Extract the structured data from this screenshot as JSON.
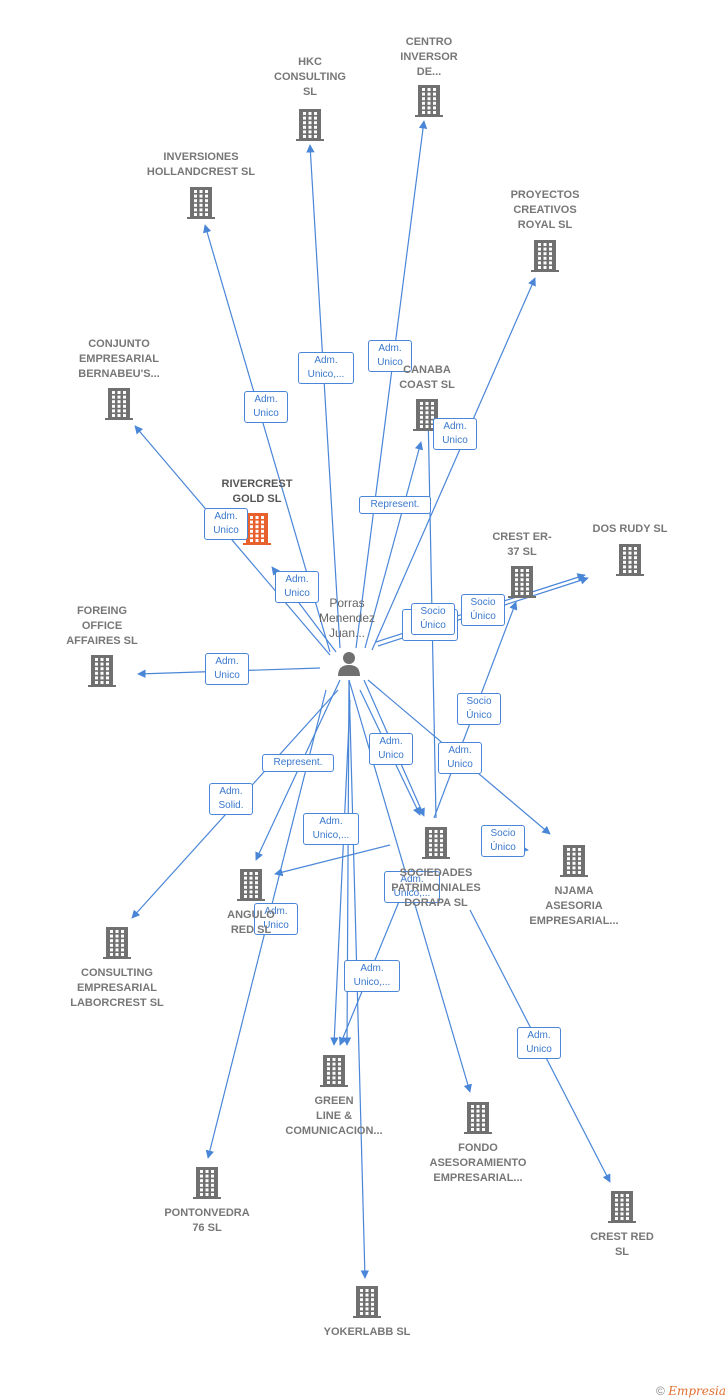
{
  "colors": {
    "edge": "#4a86d8",
    "building": "#707070",
    "building_main": "#e8602c",
    "person": "#707070"
  },
  "center": {
    "name": "Porras\nMenendez\nJuan..."
  },
  "nodes": [
    {
      "id": "hkc",
      "label": "HKC\nCONSULTING\nSL"
    },
    {
      "id": "centro",
      "label": "CENTRO\nINVERSOR\nDE..."
    },
    {
      "id": "hollandcrest",
      "label": "INVERSIONES\nHOLLANDCREST SL"
    },
    {
      "id": "proyectos",
      "label": "PROYECTOS\nCREATIVOS\nROYAL  SL"
    },
    {
      "id": "bernabeu",
      "label": "CONJUNTO\nEMPRESARIAL\nBERNABEU'S..."
    },
    {
      "id": "canaba",
      "label": "CANABA\nCOAST  SL"
    },
    {
      "id": "rivercrest",
      "label": "RIVERCREST\nGOLD  SL",
      "main": true
    },
    {
      "id": "crester",
      "label": "CREST ER-\n37  SL"
    },
    {
      "id": "dosrudy",
      "label": "DOS RUDY  SL"
    },
    {
      "id": "foreing",
      "label": "FOREING\nOFFICE\nAFFAIRES SL"
    },
    {
      "id": "sociedades",
      "label": "SOCIEDADES\nPATRIMONIALES\nDORAPA SL"
    },
    {
      "id": "njama",
      "label": "NJAMA\nASESORIA\nEMPRESARIAL..."
    },
    {
      "id": "angulo",
      "label": "ANGULO\nRED SL"
    },
    {
      "id": "laborcrest",
      "label": "CONSULTING\nEMPRESARIAL\nLABORCREST SL"
    },
    {
      "id": "green",
      "label": "GREEN\nLINE &\nCOMUNICACION..."
    },
    {
      "id": "fondo",
      "label": "FONDO\nASESORAMIENTO\nEMPRESARIAL..."
    },
    {
      "id": "pontonvedra",
      "label": "PONTONVEDRA\n76  SL"
    },
    {
      "id": "crestred",
      "label": "CREST RED\nSL"
    },
    {
      "id": "yokerlabb",
      "label": "YOKERLABB SL"
    }
  ],
  "edges": [
    {
      "to": "hkc",
      "label": "Adm.\nUnico,..."
    },
    {
      "to": "centro",
      "label": "Adm.\nUnico"
    },
    {
      "to": "hollandcrest",
      "label": "Adm.\nUnico"
    },
    {
      "to": "proyectos",
      "label": "Adm.\nUnico"
    },
    {
      "to": "canaba",
      "label": "Represent."
    },
    {
      "to": "bernabeu",
      "label": "Adm.\nUnico"
    },
    {
      "to": "rivercrest",
      "label": "Adm.\nUnico"
    },
    {
      "to": "crester",
      "label": "Socio\nÚnico"
    },
    {
      "to": "dosrudy",
      "label": "Adm.\nUnico"
    },
    {
      "to": "foreing",
      "label": "Adm.\nUnico"
    },
    {
      "to": "sociedades",
      "label": "Socio\nÚnico"
    },
    {
      "to": "sociedades",
      "label": "Adm.\nUnico"
    },
    {
      "to": "crester",
      "label": "Socio\nÚnico"
    },
    {
      "to": "njama",
      "label": "Adm.\nUnico"
    },
    {
      "to": "angulo",
      "label": "Represent."
    },
    {
      "to": "laborcrest",
      "label": "Adm.\nSolid."
    },
    {
      "to": "angulo",
      "label": "Adm.\nUnico,..."
    },
    {
      "to": "njama",
      "label": "Socio\nÚnico"
    },
    {
      "to": "sociedades",
      "label": "Adm.\nUnico,..."
    },
    {
      "to": "pontonvedra",
      "label": "Adm.\nUnico"
    },
    {
      "to": "green",
      "label": "Adm.\nUnico,..."
    },
    {
      "to": "crestred",
      "label": "Adm.\nUnico"
    }
  ],
  "footer": {
    "copyright": "©",
    "brand": "Empresia"
  }
}
